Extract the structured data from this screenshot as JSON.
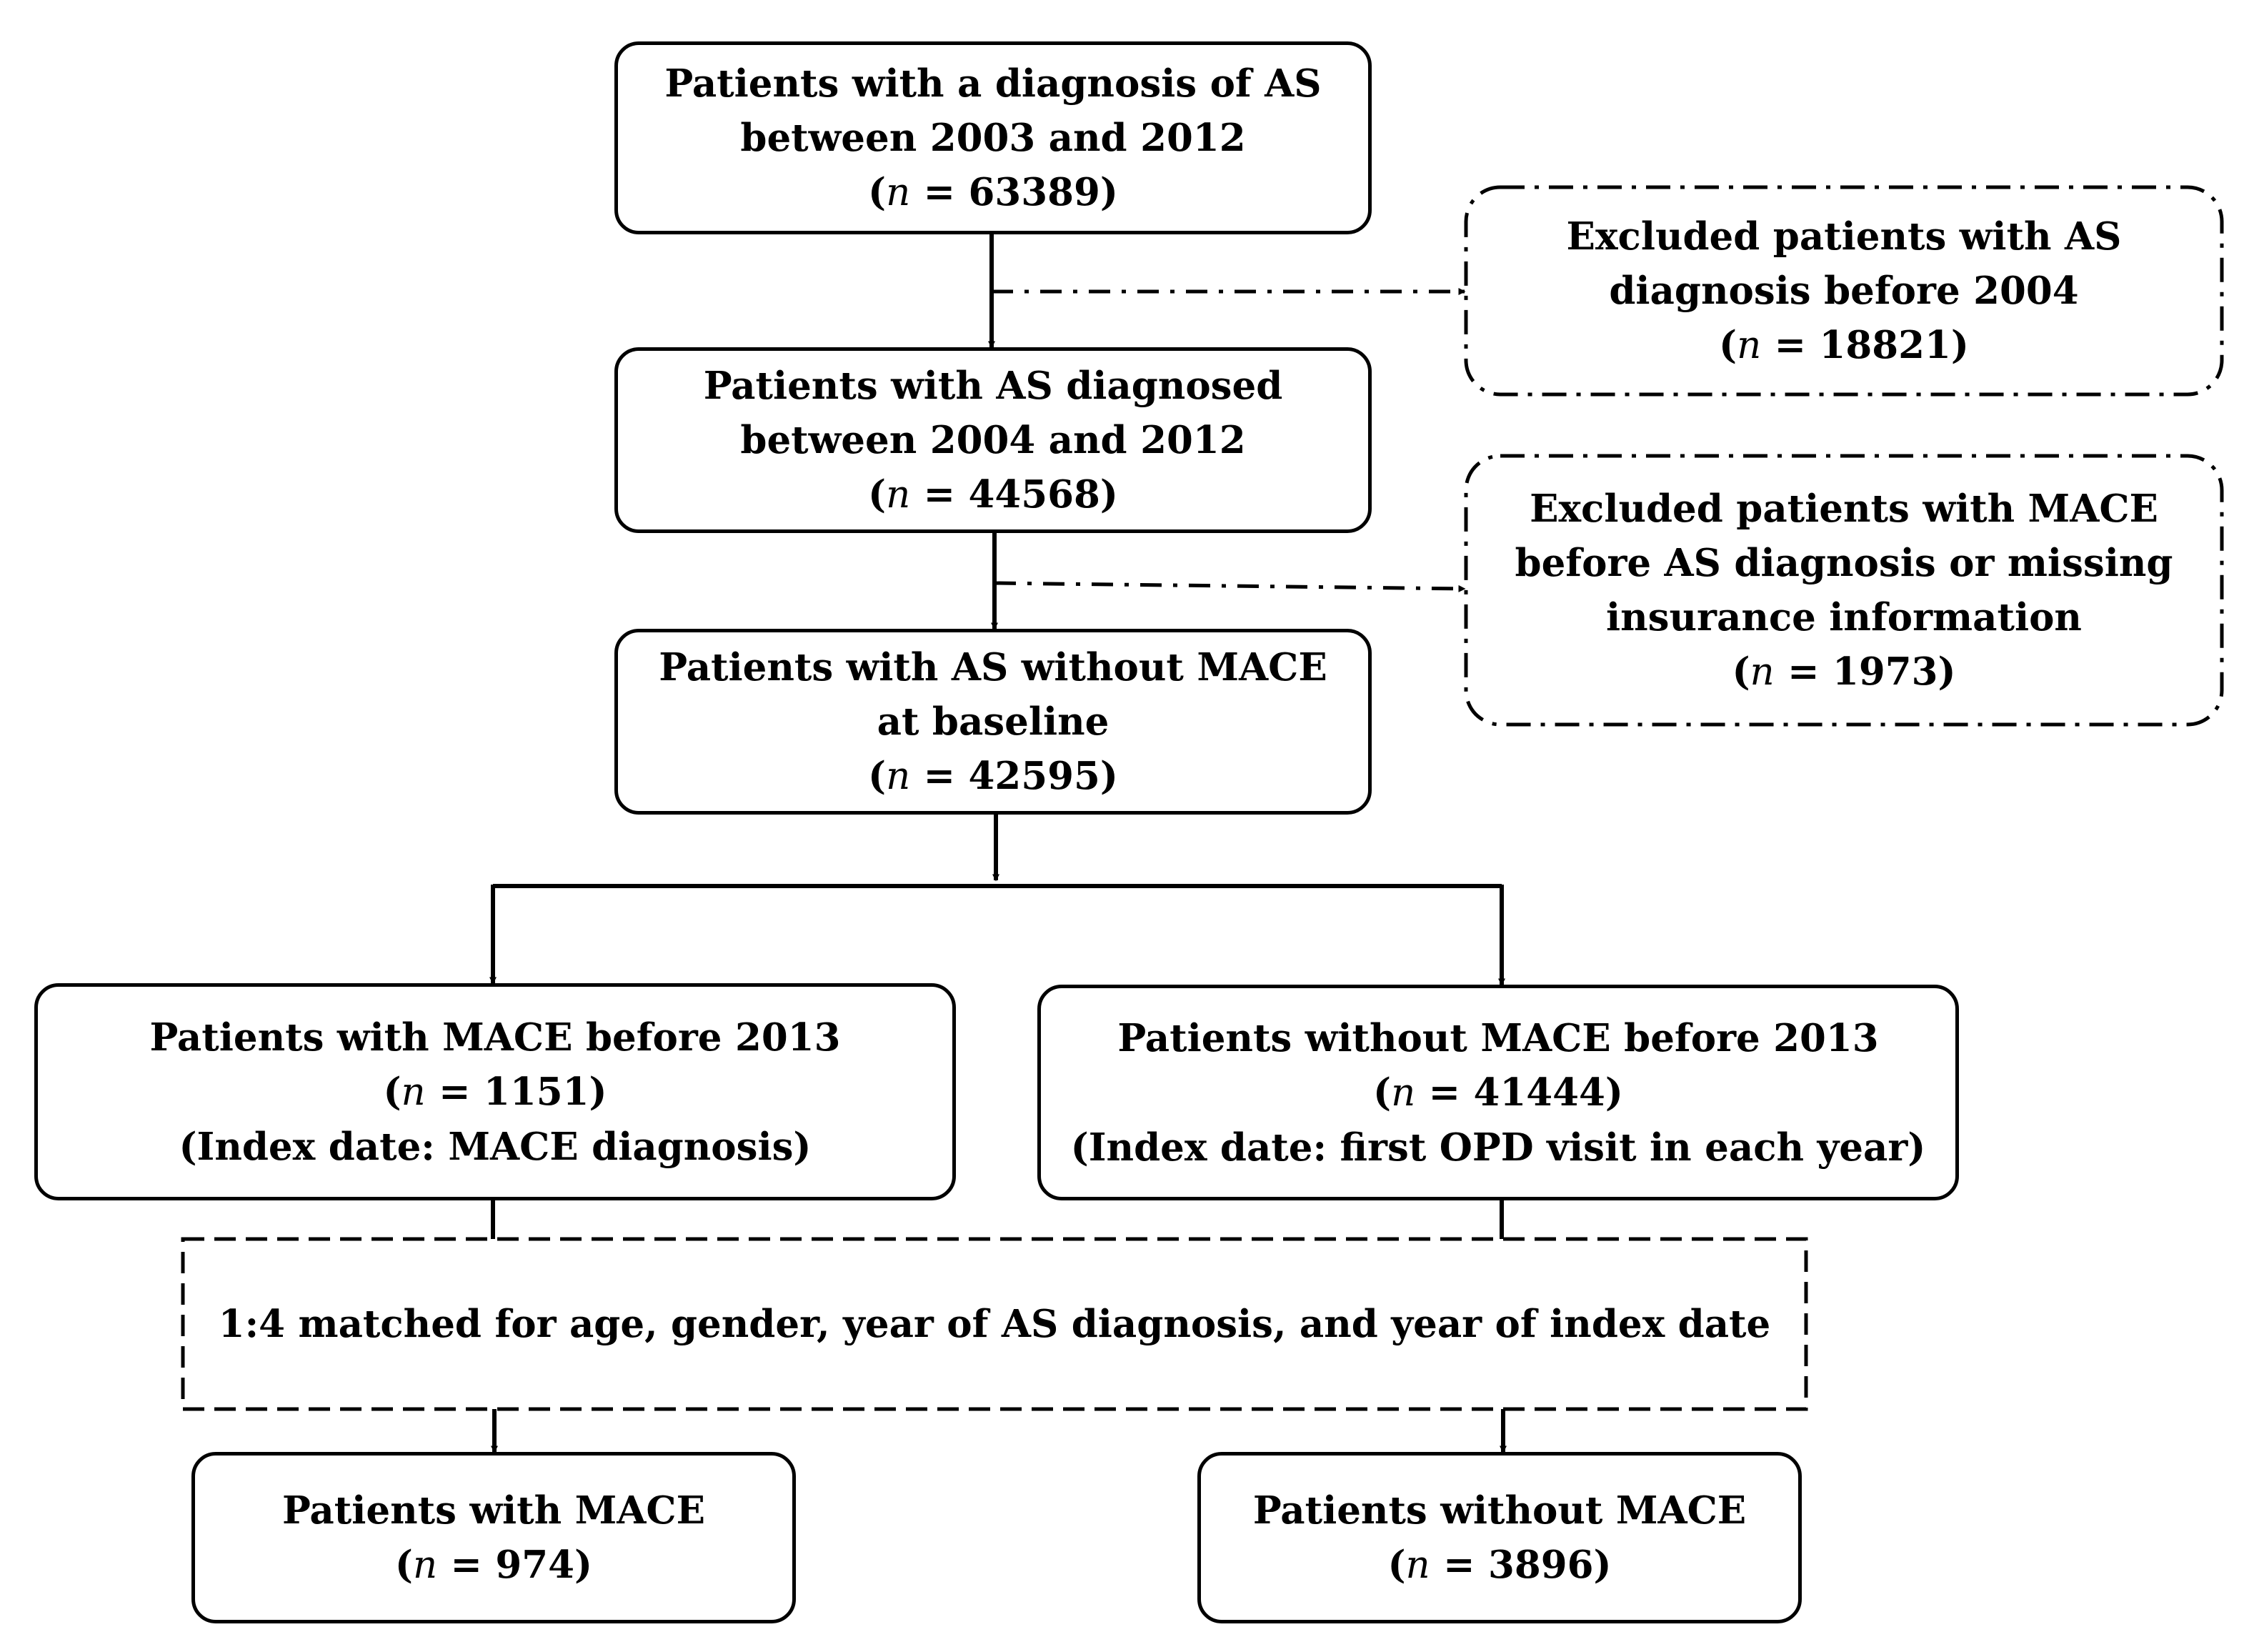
{
  "nodes": {
    "diag_2003_2012": {
      "lines": [
        "Patients with a diagnosis of AS",
        "between 2003 and 2012"
      ],
      "n_var": "n",
      "n_text": " = 63389)"
    },
    "diag_2004_2012": {
      "lines": [
        "Patients with AS diagnosed",
        "between 2004 and 2012"
      ],
      "n_var": "n",
      "n_text": " = 44568)"
    },
    "no_mace_baseline": {
      "lines": [
        "Patients with AS without MACE",
        "at baseline"
      ],
      "n_var": "n",
      "n_text": " = 42595)"
    },
    "excluded_before_2004": {
      "lines": [
        "Excluded patients with AS",
        "diagnosis before 2004"
      ],
      "n_var": "n",
      "n_text": " = 18821)"
    },
    "excluded_mace": {
      "lines": [
        "Excluded patients with MACE",
        "before AS diagnosis or missing",
        "insurance information"
      ],
      "n_var": "n",
      "n_text": " = 1973)"
    },
    "mace_before_2013": {
      "title": "Patients with MACE before 2013",
      "n_var": "n",
      "n_text": " = 1151)",
      "index": "(Index date: MACE diagnosis)"
    },
    "no_mace_before_2013": {
      "title": "Patients without MACE before 2013",
      "n_var": "n",
      "n_text": " = 41444)",
      "index": "(Index date: first OPD visit in each year)"
    },
    "matching": {
      "text": "1:4 matched for age, gender, year of AS diagnosis, and year of index date"
    },
    "with_mace": {
      "title": "Patients with MACE",
      "n_var": "n",
      "n_text": " = 974)"
    },
    "without_mace": {
      "title": "Patients without MACE",
      "n_var": "n",
      "n_text": " = 3896)"
    }
  },
  "colors": {
    "stroke": "#000000",
    "background": "#ffffff"
  }
}
